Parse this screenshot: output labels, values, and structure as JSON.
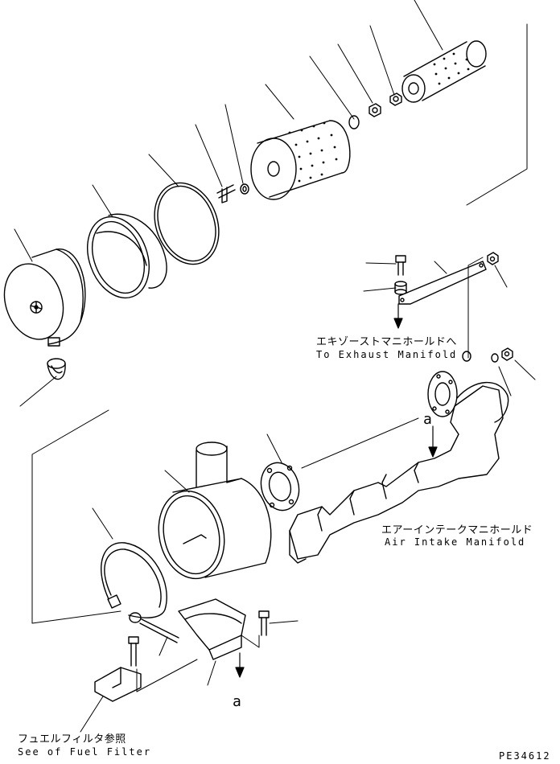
{
  "labels": {
    "exhaust_jp": "エキゾーストマニホールドへ",
    "exhaust_en": "To Exhaust Manifold",
    "intake_jp": "エアーインテークマニホールド",
    "intake_en": "Air Intake Manifold",
    "fuel_jp": "フュエルフィルタ参照",
    "fuel_en": "See of Fuel Filter",
    "ref_a": "a",
    "drawing_code": "PE34612"
  },
  "colors": {
    "line": "#000000",
    "background": "#ffffff"
  }
}
